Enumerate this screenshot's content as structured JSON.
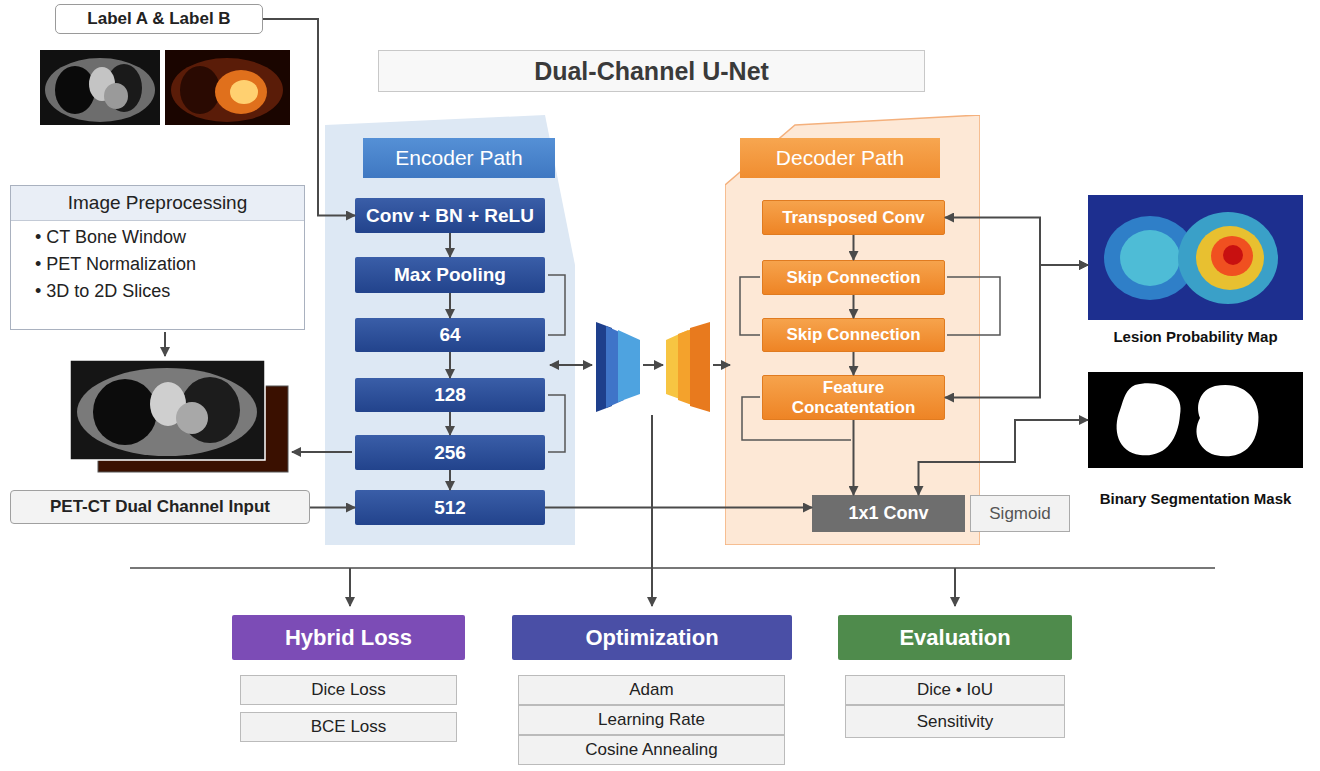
{
  "diagram": {
    "title": "Dual-Channel U-Net",
    "nodes": [
      {
        "text": [
          "Label A & Label B"
        ]
      },
      {
        "text": [
          "Image Preprocessing",
          "• CT Bone Window",
          "• PET Normalization",
          "• 3D to 2D Slices"
        ]
      },
      {
        "text": [
          "PET-CT Dual Channel Input"
        ]
      },
      {
        "text": [
          "Encoder Path"
        ]
      },
      {
        "text": [
          "Conv + BN + ReLU"
        ],
        "in": 3
      },
      {
        "text": [
          "Max Pooling"
        ],
        "in": 3
      },
      {
        "text": [
          "64"
        ],
        "in": 3
      },
      {
        "text": [
          "128"
        ],
        "in": 3
      },
      {
        "text": [
          "256"
        ],
        "in": 3
      },
      {
        "text": [
          "512"
        ],
        "in": 3
      },
      {
        "text": [
          "Decoder Path"
        ]
      },
      {
        "text": [
          "Transposed Conv"
        ],
        "in": 10
      },
      {
        "text": [
          "Skip Connection"
        ],
        "in": 10
      },
      {
        "text": [
          "Skip Connection"
        ],
        "in": 10
      },
      {
        "text": [
          "Feature Concatentation"
        ],
        "in": 10
      },
      {
        "text": [
          "1x1 Conv"
        ]
      },
      {
        "text": [
          "Sigmoid"
        ]
      },
      {
        "text": [
          "Lesion Probability Map"
        ]
      },
      {
        "text": [
          "Binary Segmentation Mask"
        ]
      },
      {
        "text": [
          "Hybrid Loss"
        ]
      },
      {
        "text": [
          "Dice Loss"
        ]
      },
      {
        "text": [
          "BCE Loss"
        ]
      },
      {
        "text": [
          "Optimization"
        ]
      },
      {
        "text": [
          "Adam"
        ]
      },
      {
        "text": [
          "Learning Rate"
        ]
      },
      {
        "text": [
          "Cosine Annealing"
        ]
      },
      {
        "text": [
          "Evaluation"
        ]
      },
      {
        "text": [
          "Dice • IoU"
        ]
      },
      {
        "text": [
          "Sensitivity"
        ]
      }
    ],
    "edges": [
      {
        "from": 0,
        "to": 4,
        "arrow": "to"
      },
      {
        "from": 2,
        "to": 9,
        "arrow": "to"
      },
      {
        "from": 4,
        "to": 5,
        "arrow": "to"
      },
      {
        "from": 5,
        "to": 6,
        "arrow": "to"
      },
      {
        "from": 6,
        "to": 7,
        "arrow": "to"
      },
      {
        "from": 7,
        "to": 8,
        "arrow": "to"
      },
      {
        "from": 8,
        "to": 9,
        "arrow": "to"
      },
      {
        "from": 9,
        "to": 15,
        "arrow": "to"
      },
      {
        "from": 11,
        "to": 12,
        "arrow": "to"
      },
      {
        "from": 12,
        "to": 13,
        "arrow": "to"
      },
      {
        "from": 13,
        "to": 14,
        "arrow": "to"
      },
      {
        "from": 14,
        "to": 15,
        "arrow": "to"
      },
      {
        "from": 11,
        "to": 17,
        "arrow": "both"
      },
      {
        "from": 14,
        "to": 17,
        "arrow": "both"
      },
      {
        "from": 15,
        "to": 18,
        "arrow": "both"
      }
    ]
  }
}
